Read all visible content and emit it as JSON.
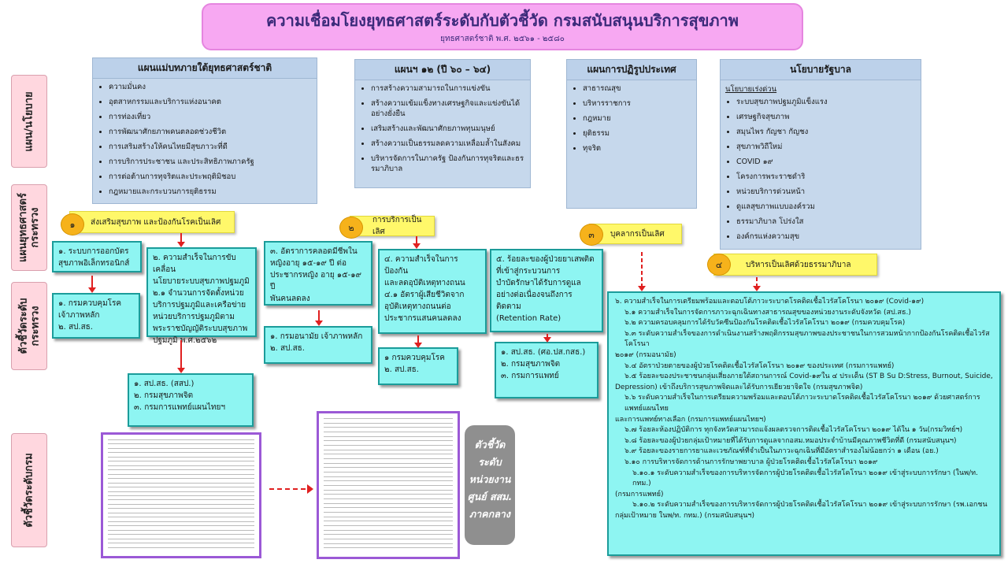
{
  "title": "ความเชื่อมโยงยุทธศาสตร์ระดับกับตัวชี้วัด กรมสนับสนุนบริการสุขภาพ",
  "subtitle": "ยุทธศาสตร์ชาติ พ.ศ. ๒๕๖๑ - ๒๕๘๐",
  "side_labels": {
    "policy": "แผน/นโยบาย",
    "ministry_strategy": "แผนยุทธศาสตร์\nกระทรวง",
    "ministry_kpi": "ตัวชี้วัดระดับ\nกระทรวง",
    "dept_kpi": "ตัวชี้วัดระดับกรม"
  },
  "policy_boxes": [
    {
      "title": "แผนแม่บทภายใต้ยุทธศาสตร์ชาติ",
      "items": [
        "ความมั่นคง",
        "อุตสาหกรรมและบริการแห่งอนาคต",
        "การท่องเที่ยว",
        "การพัฒนาศักยภาพคนตลอดช่วงชีวิต",
        "การเสริมสร้างให้คนไทยมีสุขภาวะที่ดี",
        "การบริการประชาชน และประสิทธิภาพภาครัฐ",
        "การต่อต้านการทุจริตและประพฤติมิชอบ",
        "กฎหมายและกระบวนการยุติธรรม"
      ]
    },
    {
      "title": "แผนฯ ๑๒ (ปี ๖๐ – ๖๔)",
      "items": [
        "การสร้างความสามารถในการแข่งขัน",
        "สร้างความเข้มแข็งทางเศรษฐกิจและแข่งขันได้อย่างยั่งยืน",
        "เสริมสร้างและพัฒนาศักยภาพทุนมนุษย์",
        "สร้างความเป็นธรรมลดความเหลื่อมล้ำในสังคม",
        "บริหารจัดการในภาครัฐ ป้องกันการทุจริตและธรรมาภิบาล"
      ]
    },
    {
      "title": "แผนการปฏิรูปประเทศ",
      "items": [
        "สาธารณสุข",
        "บริหารราชการ",
        "กฎหมาย",
        "ยุติธรรม",
        "ทุจริต"
      ]
    },
    {
      "title": "นโยบายรัฐบาล",
      "subheading": "นโยบายเร่งด่วน",
      "items": [
        "ระบบสุขภาพปฐมภูมิแข็งแรง",
        "เศรษฐกิจสุขภาพ",
        "สมุนไพร กัญชา กัญชง",
        "สุขภาพวิถีใหม่",
        "COVID ๑๙",
        "โครงการพระราชดำริ",
        "หน่วยบริการด่วนหน้า",
        "ดูแลสุขภาพแบบองค์รวม",
        "ธรรมาภิบาล โปร่งใส",
        "องค์กรแห่งความสุข"
      ]
    }
  ],
  "strategies": [
    {
      "num": "๑",
      "label": "ส่งเสริมสุขภาพ และป้องกันโรคเป็นเลิศ"
    },
    {
      "num": "๒",
      "label": "การบริการเป็นเลิศ"
    },
    {
      "num": "๓",
      "label": "บุคลากรเป็นเลิศ"
    },
    {
      "num": "๔",
      "label": "บริหารเป็นเลิศด้วยธรรมาภิบาล"
    }
  ],
  "ministry_kpis": [
    {
      "lines": [
        "๑. ระบบการออกบัตร",
        "สุขภาพอิเล็กทรอนิกส์"
      ]
    },
    {
      "lines": [
        "๒. ความสำเร็จในการขับเคลื่อน",
        "นโยบายระบบสุขภาพปฐมภูมิ",
        "๒.๑ จำนวนการจัดตั้งหน่วย",
        "บริการปฐมภูมิและเครือข่าย",
        "หน่วยบริการปฐมภูมิตาม",
        "พระราชบัญญัติระบบสุขภาพ",
        "ปฐมภูมิ พ.ศ.๒๕๖๒"
      ]
    },
    {
      "lines": [
        "๓. อัตราการคลอดมีชีพใน",
        "หญิงอายุ ๑๕-๑๙ ปี ต่อ",
        "ประชากรหญิง อายุ ๑๕-๑๙ ปี",
        "พันคนลดลง"
      ]
    },
    {
      "lines": [
        "๔. ความสำเร็จในการป้องกัน",
        "และลดอุบัติเหตุทางถนน",
        "๔.๑ อัตราผู้เสียชีวิตจาก",
        "อุบัติเหตุทางถนนต่อ",
        "ประชากรแสนคนลดลง"
      ]
    },
    {
      "lines": [
        "๕. ร้อยละของผู้ป่วยยาเสพติด",
        "ที่เข้าสู่กระบวนการ",
        "บำบัดรักษาได้รับการดูแล",
        "อย่างต่อเนื่องจนถึงการติดตาม",
        "(Retention Rate)"
      ]
    }
  ],
  "responsible": [
    {
      "lines": [
        "๑. กรมควบคุมโรค",
        "เจ้าภาพหลัก",
        "๒. สป.สธ."
      ]
    },
    {
      "lines": [
        "๑. สป.สธ. (สสป.)",
        "๒. กรมสุขภาพจิต",
        "๓. กรมการแพทย์แผนไทยฯ"
      ]
    },
    {
      "lines": [
        "๑. กรมอนามัย เจ้าภาพหลัก",
        "๒. สป.สธ."
      ]
    },
    {
      "lines": [
        "๑ กรมควบคุมโรค",
        "๒. สป.สธ."
      ]
    },
    {
      "lines": [
        "๑. สป.สธ. (ศอ.ปส.กสธ.)",
        "๒. กรมสุขภาพจิต",
        "๓. กรมการแพทย์"
      ]
    }
  ],
  "covid_box": {
    "lines": [
      {
        "t": "๖. ความสำเร็จในการเตรียมพร้อมและตอบโต้ภาวะระบาดโรคติดเชื้อไวรัสโคโรนา ๒๐๑๙ (Covid-๑๙)",
        "lvl": 0
      },
      {
        "t": "๖.๑ ความสำเร็จในการจัดการภาวะฉุกเฉินทางสาธารณสุขของหน่วยงานระดับจังหวัด (สป.สธ.)",
        "lvl": 1
      },
      {
        "t": "๖.๒ ความครอบคลุมการได้รับวัคซีนป้องกันโรคติดเชื้อไวรัสโคโรนา ๒๐๑๙ (กรมควบคุมโรค)",
        "lvl": 1
      },
      {
        "t": "๖.๓ ระดับความสำเร็จของการดำเนินงานสร้างพฤติกรรมสุขภาพของประชาชนในการสวมหน้ากากป้องกันโรคติดเชื้อไวรัสโคโรนา",
        "lvl": 1
      },
      {
        "t": "๒๐๑๙ (กรมอนามัย)",
        "lvl": 0
      },
      {
        "t": "๖.๔ อัตราป่วยตายของผู้ป่วยโรคติดเชื้อไวรัสโคโรนา ๒๐๑๙ ของประเทศ (กรมการแพทย์)",
        "lvl": 1
      },
      {
        "t": "๖.๕ ร้อยละของประชาชนกลุ่มเสี่ยงภายใต้สถานการณ์ Covid-๑๙ใน ๔ ประเด็น (ST B Su D:Stress, Burnout, Suicide,",
        "lvl": 1
      },
      {
        "t": "Depression) เข้าถึงบริการสุขภาพจิตและได้รับการเยียวยาจิตใจ (กรมสุขภาพจิต)",
        "lvl": 0
      },
      {
        "t": "๖.๖ ระดับความสำเร็จในการเตรียมความพร้อมและตอบโต้ภาวะระบาดโรคติดเชื้อไวรัสโคโรนา ๒๐๑๙ ด้วยศาสตร์การแพทย์แผนไทย",
        "lvl": 1
      },
      {
        "t": "และการแพทย์ทางเลือก (กรมการแพทย์แผนไทยฯ)",
        "lvl": 0
      },
      {
        "t": "๖.๗ ร้อยละห้องปฏิบัติการ ทุกจังหวัดสามารถแจ้งผลตรวจการติดเชื้อไวรัสโคโรนา ๒๐๑๙ ได้ใน ๑ วัน(กรมวิทย์ฯ)",
        "lvl": 1
      },
      {
        "t": "๖.๘ ร้อยละของผู้ป่วยกลุ่มเป้าหมายที่ได้รับการดูแลจากอสม.หมอประจำบ้านมีคุณภาพชีวิตที่ดี (กรมสนับสนุนฯ)",
        "lvl": 1
      },
      {
        "t": "๖.๙ ร้อยละของรายการยาและเวชภัณฑ์ที่จำเป็นในภาวะฉุกเฉินที่มีอัตราสำรองไม่น้อยกว่า ๑ เดือน (อย.)",
        "lvl": 1
      },
      {
        "t": "๖.๑๐ การบริหารจัดการด้านการรักษาพยาบาล ผู้ป่วยโรคติดเชื้อไวรัสโคโรนา ๒๐๑๙",
        "lvl": 1
      },
      {
        "t": "๖.๑๐.๑ ระดับความสำเร็จของการบริหารจัดการผู้ป่วยโรคติดเชื้อไวรัสโคโรนา ๒๐๑๙ เข้าสู่ระบบการรักษา (ในพ/ท. กทม.)",
        "lvl": 2
      },
      {
        "t": "(กรมการแพทย์)",
        "lvl": 0
      },
      {
        "t": "๖.๑๐.๒ ระดับความสำเร็จของการบริหารจัดการผู้ป่วยโรคติดเชื้อไวรัสโคโรนา ๒๐๑๙ เข้าสู่ระบบการรักษา (รพ.เอกชน",
        "lvl": 2
      },
      {
        "t": "กลุ่มเป้าหมาย ในพ/ท. กทม.) (กรมสนับสนุนฯ)",
        "lvl": 0
      }
    ]
  },
  "grey_tag": [
    "ตัวชี้วัด",
    "ระดับ",
    "หน่วยงาน",
    "ศูนย์ สสม.",
    "ภาคกลาง"
  ]
}
